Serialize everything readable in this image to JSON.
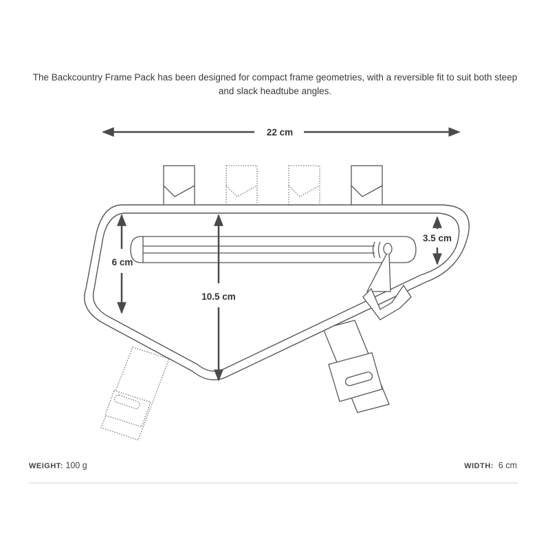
{
  "description": "The Backcountry Frame Pack has been designed for compact frame geometries, with a reversible fit to suit both steep and slack headtube angles.",
  "dimensions": {
    "width_label": "22 cm",
    "depth_label": "6 cm",
    "height_label": "10.5 cm",
    "rear_label": "3.5 cm"
  },
  "specs": {
    "weight_key": "WEIGHT:",
    "weight_value": "100 g",
    "width_key": "WIDTH:",
    "width_value": "6 cm"
  },
  "colors": {
    "stroke": "#555555",
    "arrow": "#4a4a4a",
    "divider": "#d6d6d6"
  }
}
